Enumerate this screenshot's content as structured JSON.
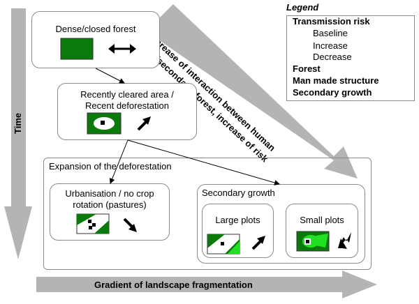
{
  "legend": {
    "title": "Legend",
    "transmission_risk": "Transmission risk",
    "baseline": "Baseline",
    "increase": "Increase",
    "decrease": "Decrease",
    "forest": "Forest",
    "man_made": "Man made structure",
    "secondary": "Secondary growth"
  },
  "axes": {
    "time": "Time",
    "gradient": "Gradient of landscape fragmentation"
  },
  "diagonal": {
    "line1": "Increase of interaction between human",
    "line2": "and (secondary) forest, increase of risk"
  },
  "boxes": {
    "dense_forest": "Dense/closed forest",
    "cleared_line1": "Recently cleared area /",
    "cleared_line2": "Recent deforestation",
    "expansion": "Expansion of the deforestation",
    "urban_line1": "Urbanisation / no crop",
    "urban_line2": "rotation (pastures)",
    "secondary_growth": "Secondary growth",
    "large_plots": "Large plots",
    "small_plots": "Small plots"
  },
  "colors": {
    "forest": "#0a7a0a",
    "secondary": "#22e022",
    "gray_arrow": "#b4b4b4",
    "box_border": "#8a8a8a"
  }
}
